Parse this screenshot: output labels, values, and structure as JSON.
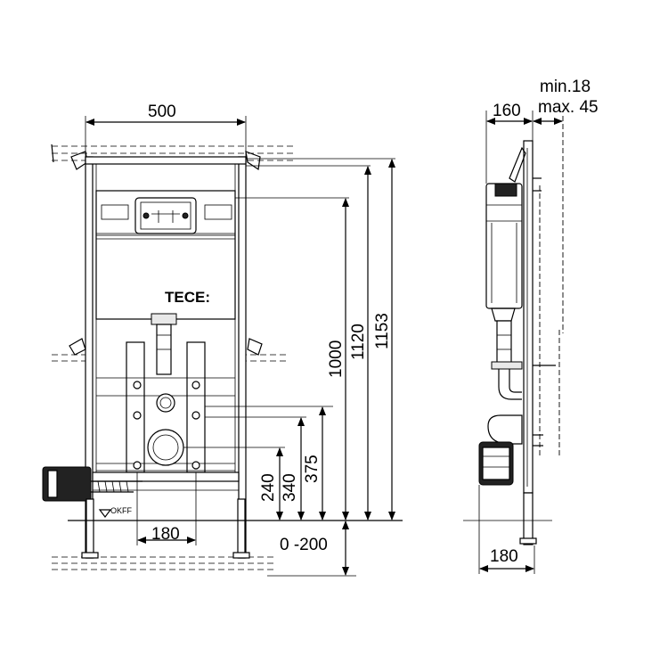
{
  "front_view": {
    "brand": "TECE:",
    "width_label": "500",
    "outlet_spacing_label": "180",
    "floor_label": "OKFF",
    "height_labels": {
      "h240": "240",
      "h340": "340",
      "h375": "375",
      "h1000": "1000",
      "h1120": "1120",
      "h1153": "1153"
    },
    "leg_range_label": "0 -200"
  },
  "side_view": {
    "depth_label": "160",
    "wall_min_label": "min.18",
    "wall_max_label": "max. 45",
    "bottom_depth_label": "180"
  }
}
